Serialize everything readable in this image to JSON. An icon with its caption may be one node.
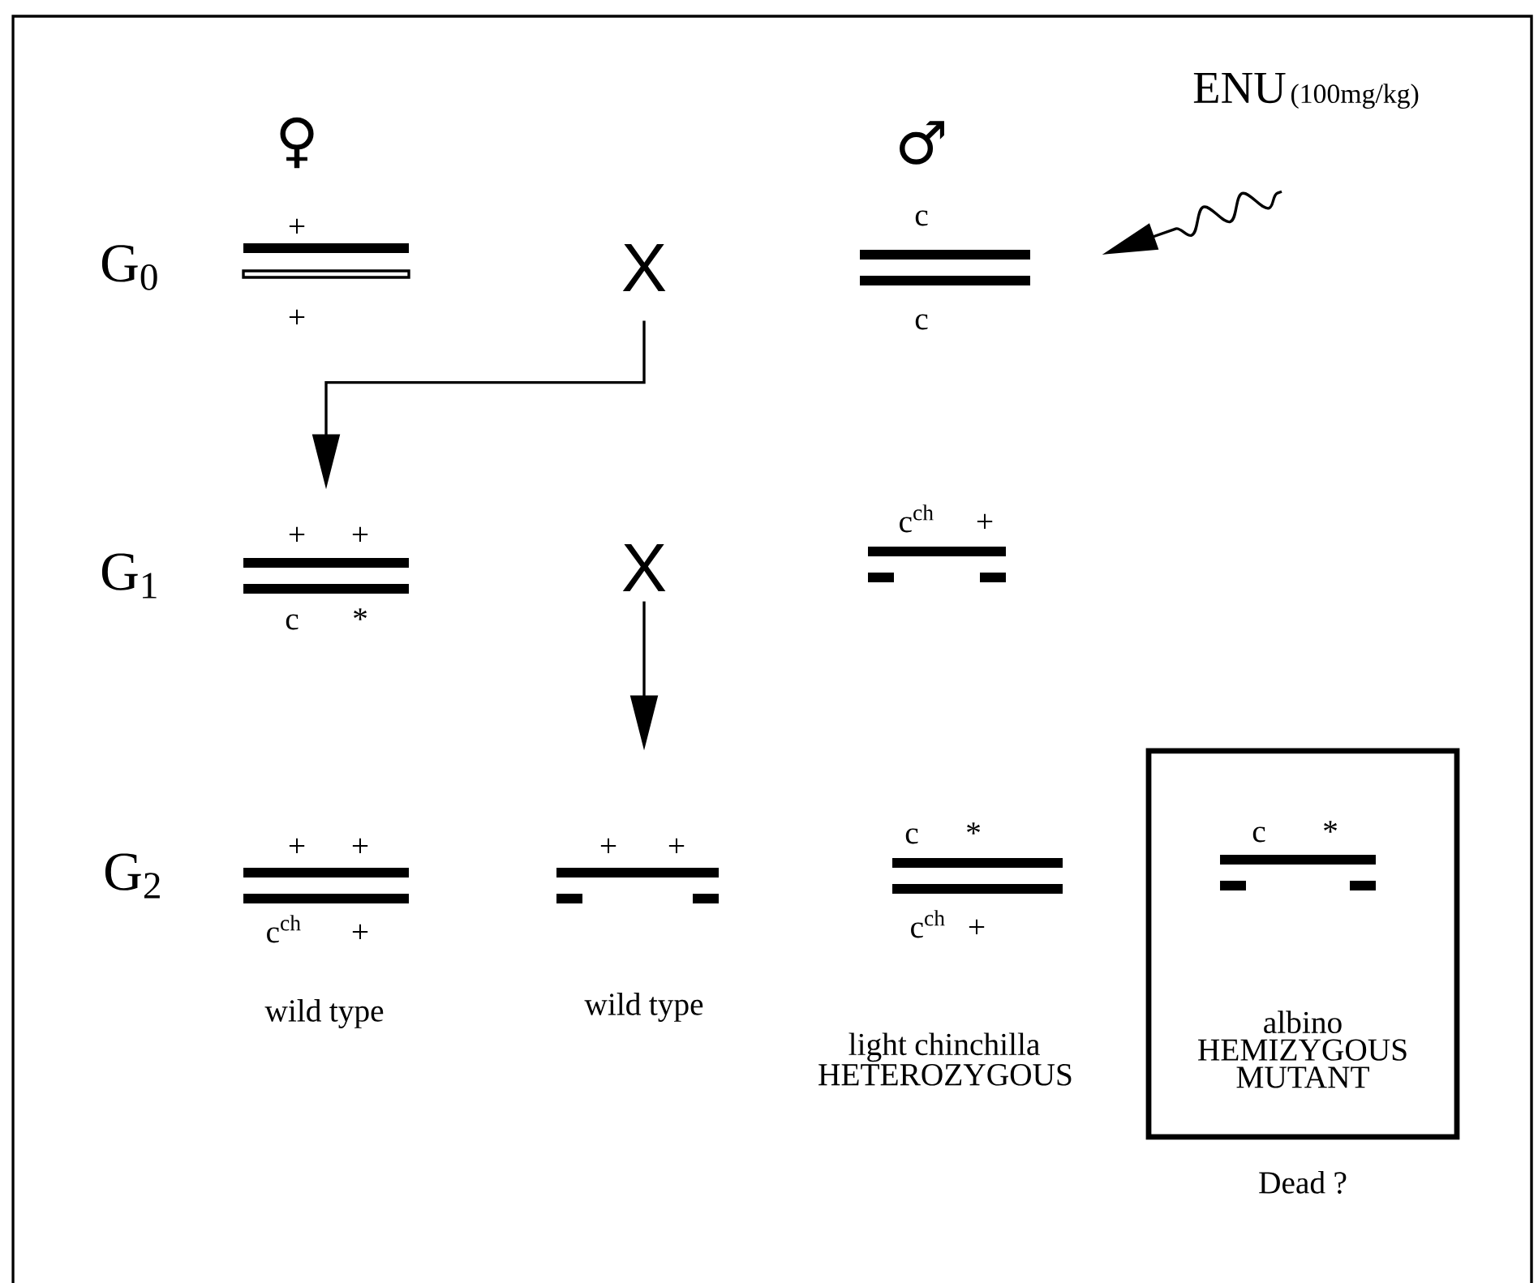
{
  "diagram": {
    "nodes": [
      {
        "text": [
          "ENU",
          "(100mg/kg)"
        ]
      },
      {
        "text": [
          "+",
          "+"
        ]
      },
      {
        "text": [
          "X"
        ]
      },
      {
        "text": [
          "c",
          "c"
        ]
      },
      {
        "text": [
          "+",
          "+",
          "c",
          "*"
        ]
      },
      {
        "text": [
          "X"
        ]
      },
      {
        "text": [
          "\\mathrm{c}^{\\mathrm{ch}}",
          "+"
        ]
      },
      {
        "text": [
          "+",
          "+",
          "\\mathrm{c}^{\\mathrm{ch}}",
          "+"
        ],
        "beside": [
          "wild type"
        ]
      },
      {
        "text": [
          "+",
          "+"
        ],
        "beside": [
          "wild type"
        ]
      },
      {
        "text": [
          "c",
          "*",
          "\\mathrm{c}^{\\mathrm{ch}}",
          "+"
        ],
        "beside": [
          "light chinchilla HETEROZYGOUS"
        ]
      },
      {
        "text": [
          "albino HEMIZYGOUS MUTANT"
        ],
        "beside": [
          "Dead ?"
        ]
      },
      {
        "text": [
          "c",
          "*"
        ],
        "in": 10
      }
    ],
    "edges": [
      {
        "from": 0,
        "to": 3,
        "arrow": "to"
      },
      {
        "from": 2,
        "to": 4,
        "arrow": "to"
      },
      {
        "from": 5,
        "to": null,
        "arrow": "to"
      }
    ],
    "labels": [
      "♀",
      "♂",
      "G$_{0}$",
      "G$_{1}$",
      "G$_{2}$"
    ]
  }
}
